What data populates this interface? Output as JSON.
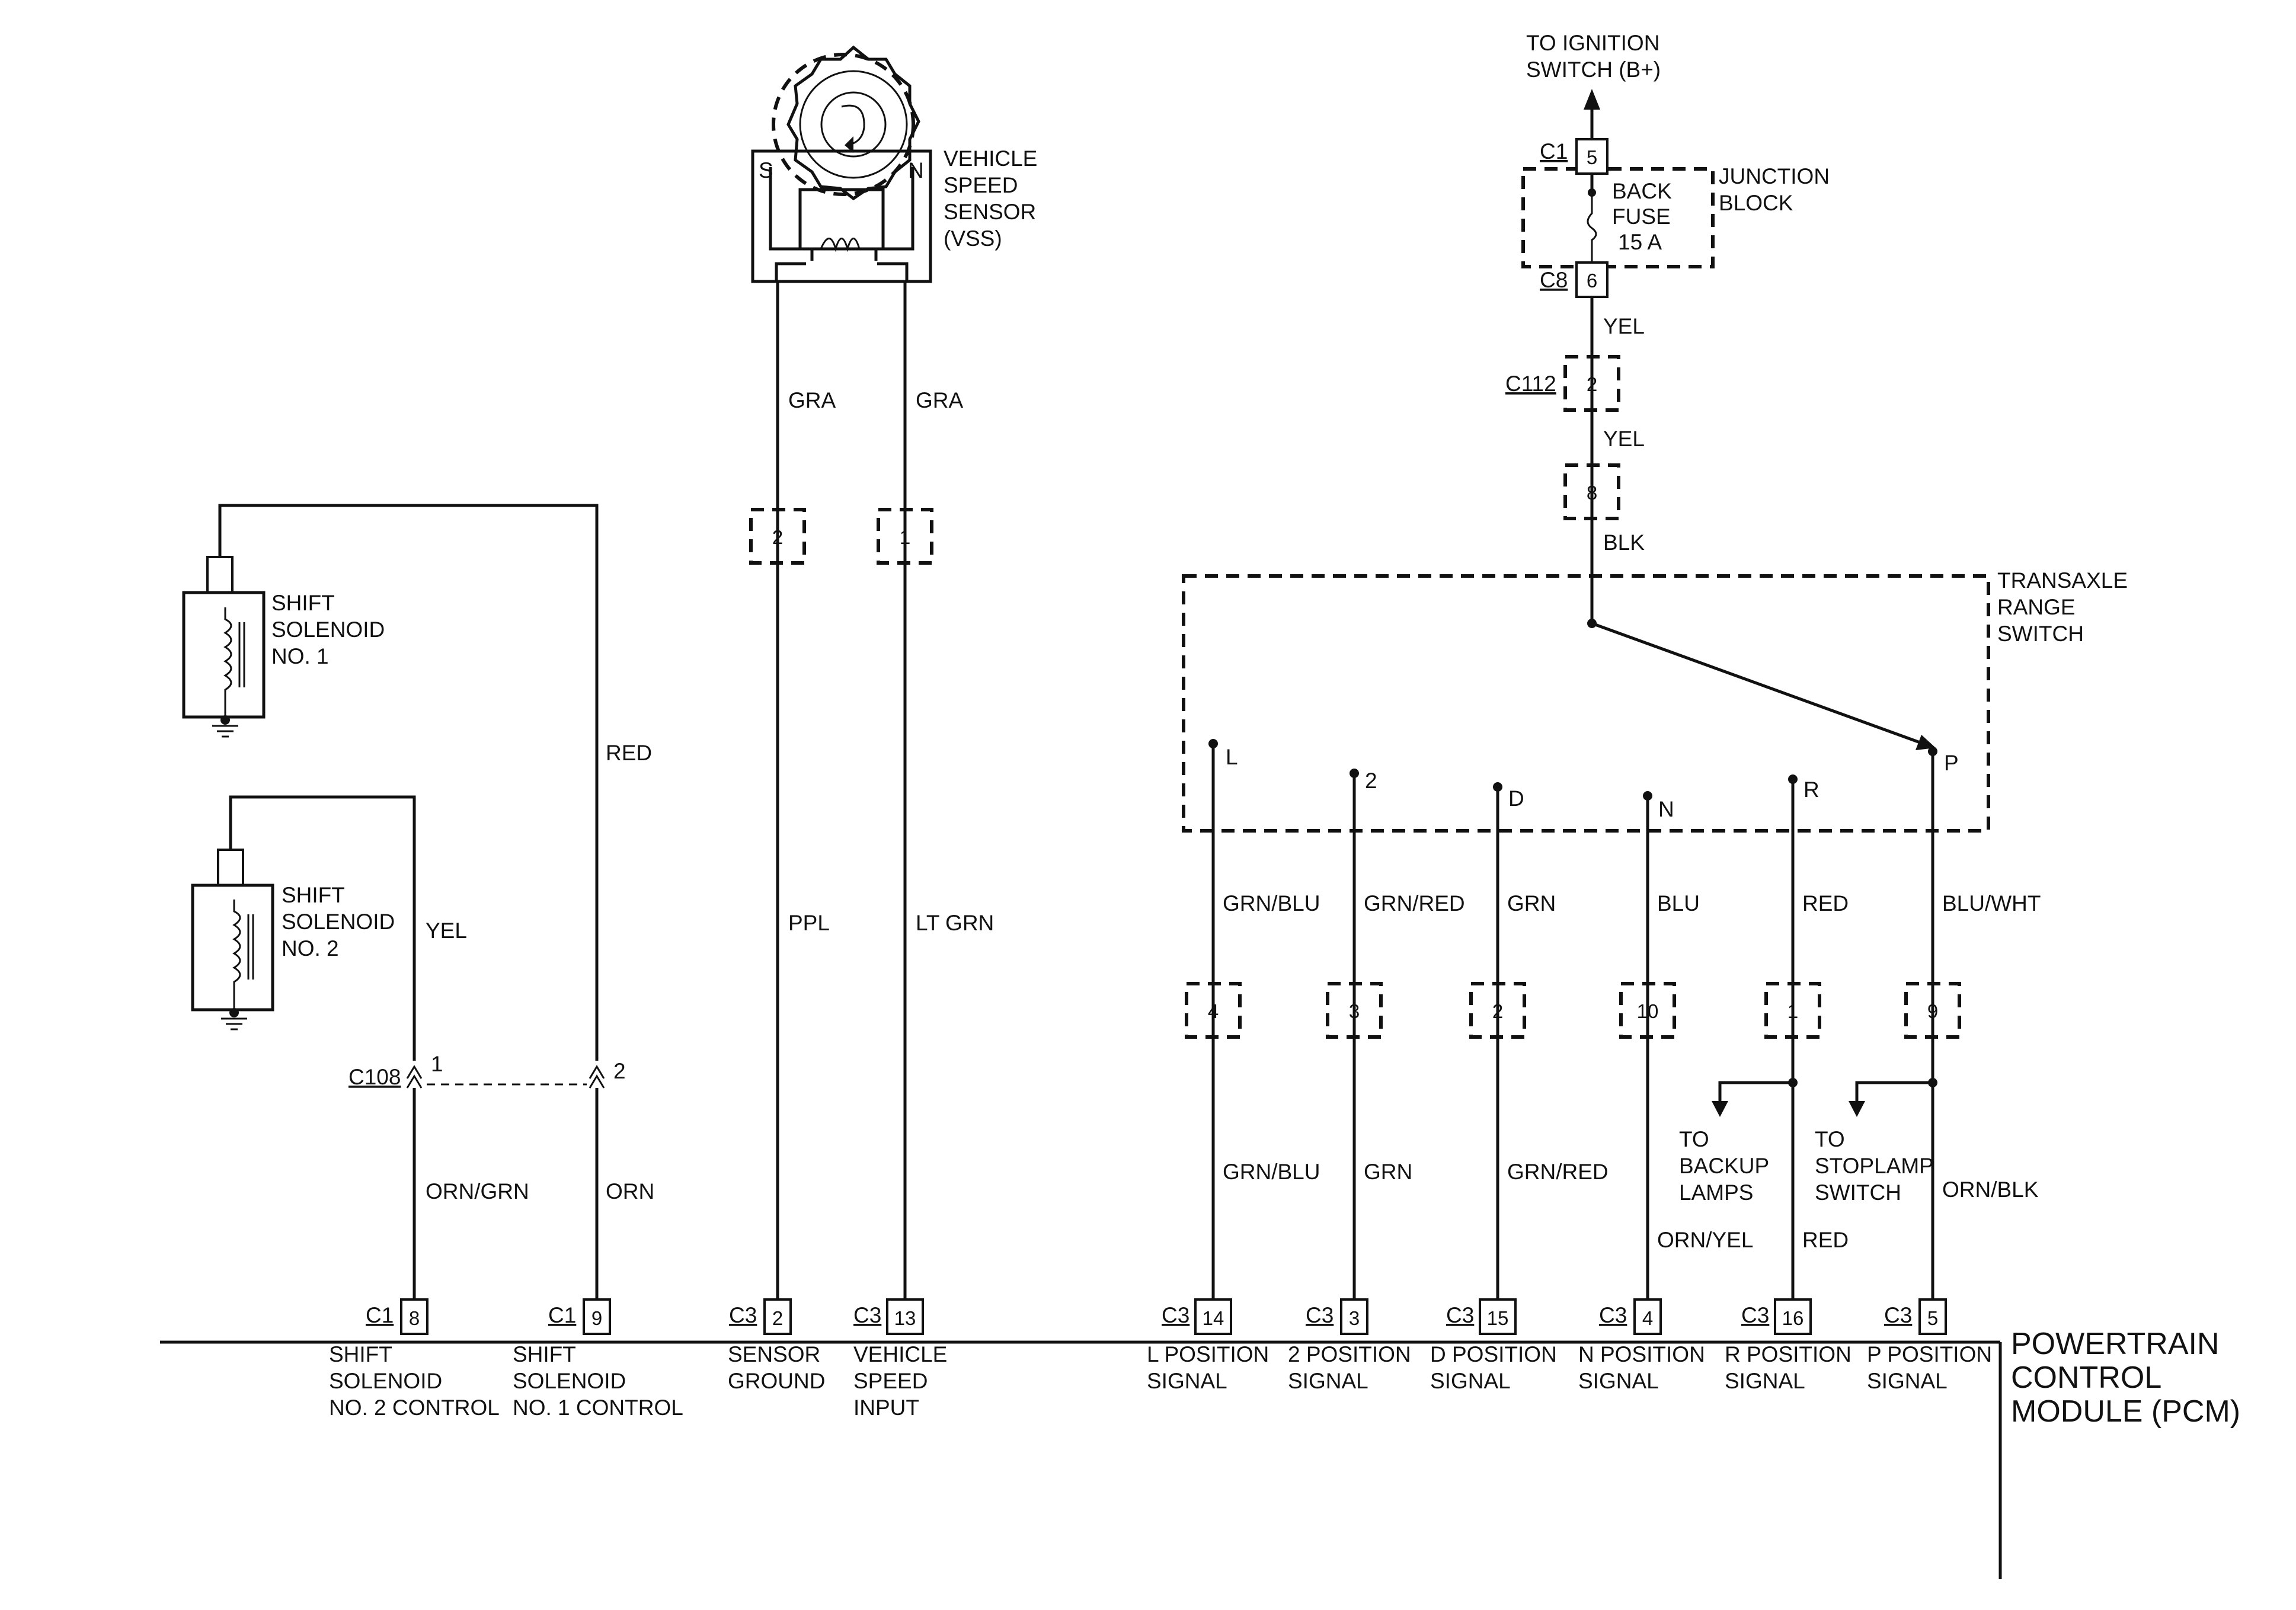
{
  "diagram": {
    "ignition": {
      "line1": "TO IGNITION",
      "line2": "SWITCH (B+)"
    },
    "junction_block": {
      "label1": "JUNCTION",
      "label2": "BLOCK",
      "fuse1": "BACK",
      "fuse2": "FUSE",
      "fuse3": "15 A",
      "conn_in": "C1",
      "pin_in": "5",
      "conn_out": "C8",
      "pin_out": "6"
    },
    "wire_yel_1": "YEL",
    "c112": {
      "conn": "C112",
      "pin": "2"
    },
    "wire_yel_2": "YEL",
    "pin_8": "8",
    "wire_blk": "BLK",
    "trs": {
      "line1": "TRANSAXLE",
      "line2": "RANGE",
      "line3": "SWITCH",
      "positions": [
        "L",
        "2",
        "D",
        "N",
        "R",
        "P"
      ]
    },
    "trs_wires_upper": [
      "GRN/BLU",
      "GRN/RED",
      "GRN",
      "BLU",
      "RED",
      "BLU/WHT"
    ],
    "trs_pins": [
      "4",
      "3",
      "2",
      "10",
      "1",
      "9"
    ],
    "trs_wires_lower": [
      "GRN/BLU",
      "GRN",
      "GRN/RED",
      "ORN/YEL",
      "RED",
      "ORN/BLK"
    ],
    "backup": {
      "line1": "TO",
      "line2": "BACKUP",
      "line3": "LAMPS"
    },
    "stoplamp": {
      "line1": "TO",
      "line2": "STOPLAMP",
      "line3": "SWITCH"
    },
    "vss": {
      "line1": "VEHICLE",
      "line2": "SPEED",
      "line3": "SENSOR",
      "line4": "(VSS)",
      "s": "S",
      "n": "N"
    },
    "vss_wires_upper": [
      "GRA",
      "GRA"
    ],
    "vss_pins": [
      "2",
      "1"
    ],
    "vss_wires_lower": [
      "PPL",
      "LT GRN"
    ],
    "sol1": {
      "line1": "SHIFT",
      "line2": "SOLENOID",
      "line3": "NO. 1"
    },
    "sol2": {
      "line1": "SHIFT",
      "line2": "SOLENOID",
      "line3": "NO. 2"
    },
    "wire_red": "RED",
    "wire_yel_sol": "YEL",
    "c108": {
      "conn": "C108",
      "pin1": "1",
      "pin2": "2"
    },
    "sol_wires_lower": [
      "ORN/GRN",
      "ORN"
    ],
    "pcm": {
      "line1": "POWERTRAIN",
      "line2": "CONTROL",
      "line3": "MODULE (PCM)",
      "terminals": [
        {
          "conn": "C1",
          "pin": "8",
          "l1": "SHIFT",
          "l2": "SOLENOID",
          "l3": "NO. 2 CONTROL"
        },
        {
          "conn": "C1",
          "pin": "9",
          "l1": "SHIFT",
          "l2": "SOLENOID",
          "l3": "NO. 1 CONTROL"
        },
        {
          "conn": "C3",
          "pin": "2",
          "l1": "SENSOR",
          "l2": "GROUND",
          "l3": ""
        },
        {
          "conn": "C3",
          "pin": "13",
          "l1": "VEHICLE",
          "l2": "SPEED",
          "l3": "INPUT"
        },
        {
          "conn": "C3",
          "pin": "14",
          "l1": "L POSITION",
          "l2": "SIGNAL",
          "l3": ""
        },
        {
          "conn": "C3",
          "pin": "3",
          "l1": "2 POSITION",
          "l2": "SIGNAL",
          "l3": ""
        },
        {
          "conn": "C3",
          "pin": "15",
          "l1": "D POSITION",
          "l2": "SIGNAL",
          "l3": ""
        },
        {
          "conn": "C3",
          "pin": "4",
          "l1": "N POSITION",
          "l2": "SIGNAL",
          "l3": ""
        },
        {
          "conn": "C3",
          "pin": "16",
          "l1": "R POSITION",
          "l2": "SIGNAL",
          "l3": ""
        },
        {
          "conn": "C3",
          "pin": "5",
          "l1": "P POSITION",
          "l2": "SIGNAL",
          "l3": ""
        }
      ]
    }
  }
}
